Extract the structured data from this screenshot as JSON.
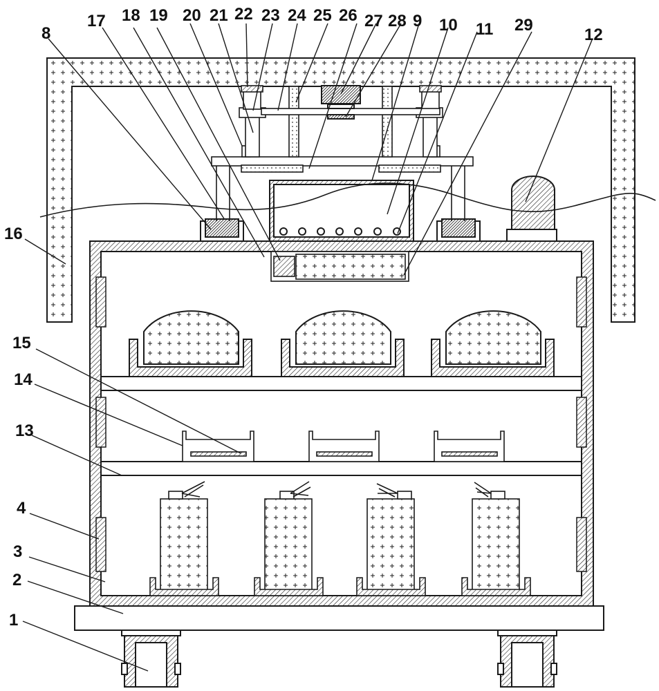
{
  "diagram": {
    "kind": "patent-drawing",
    "labels": [
      "1",
      "2",
      "3",
      "4",
      "8",
      "9",
      "10",
      "11",
      "12",
      "13",
      "14",
      "15",
      "16",
      "17",
      "18",
      "19",
      "20",
      "21",
      "22",
      "23",
      "24",
      "25",
      "26",
      "27",
      "28",
      "29"
    ]
  }
}
